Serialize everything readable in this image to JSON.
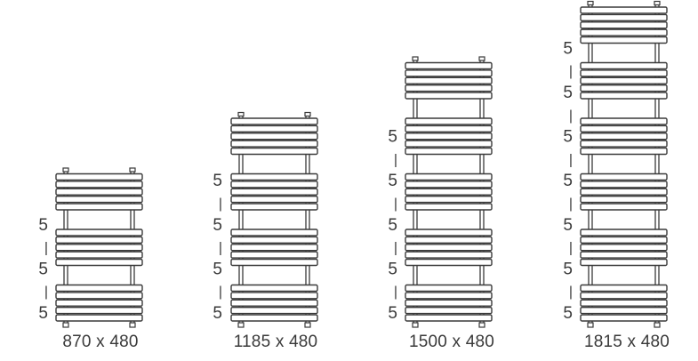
{
  "radiators": [
    {
      "label": "870 x 480",
      "groups": 3,
      "spacing_labels": [
        "5",
        "|",
        "5",
        "|",
        "5"
      ]
    },
    {
      "label": "1185 x 480",
      "groups": 4,
      "spacing_labels": [
        "5",
        "|",
        "5",
        "|",
        "5",
        "|",
        "5"
      ]
    },
    {
      "label": "1500 x 480",
      "groups": 5,
      "spacing_labels": [
        "5",
        "|",
        "5",
        "|",
        "5",
        "|",
        "5",
        "|",
        "5"
      ]
    },
    {
      "label": "1815 x 480",
      "groups": 6,
      "spacing_labels": [
        "5",
        "|",
        "5",
        "|",
        "5",
        "|",
        "5",
        "|",
        "5",
        "|",
        "5",
        "|",
        "5"
      ]
    }
  ],
  "colors": {
    "stroke": "#3a3a3a",
    "background": "#ffffff"
  }
}
